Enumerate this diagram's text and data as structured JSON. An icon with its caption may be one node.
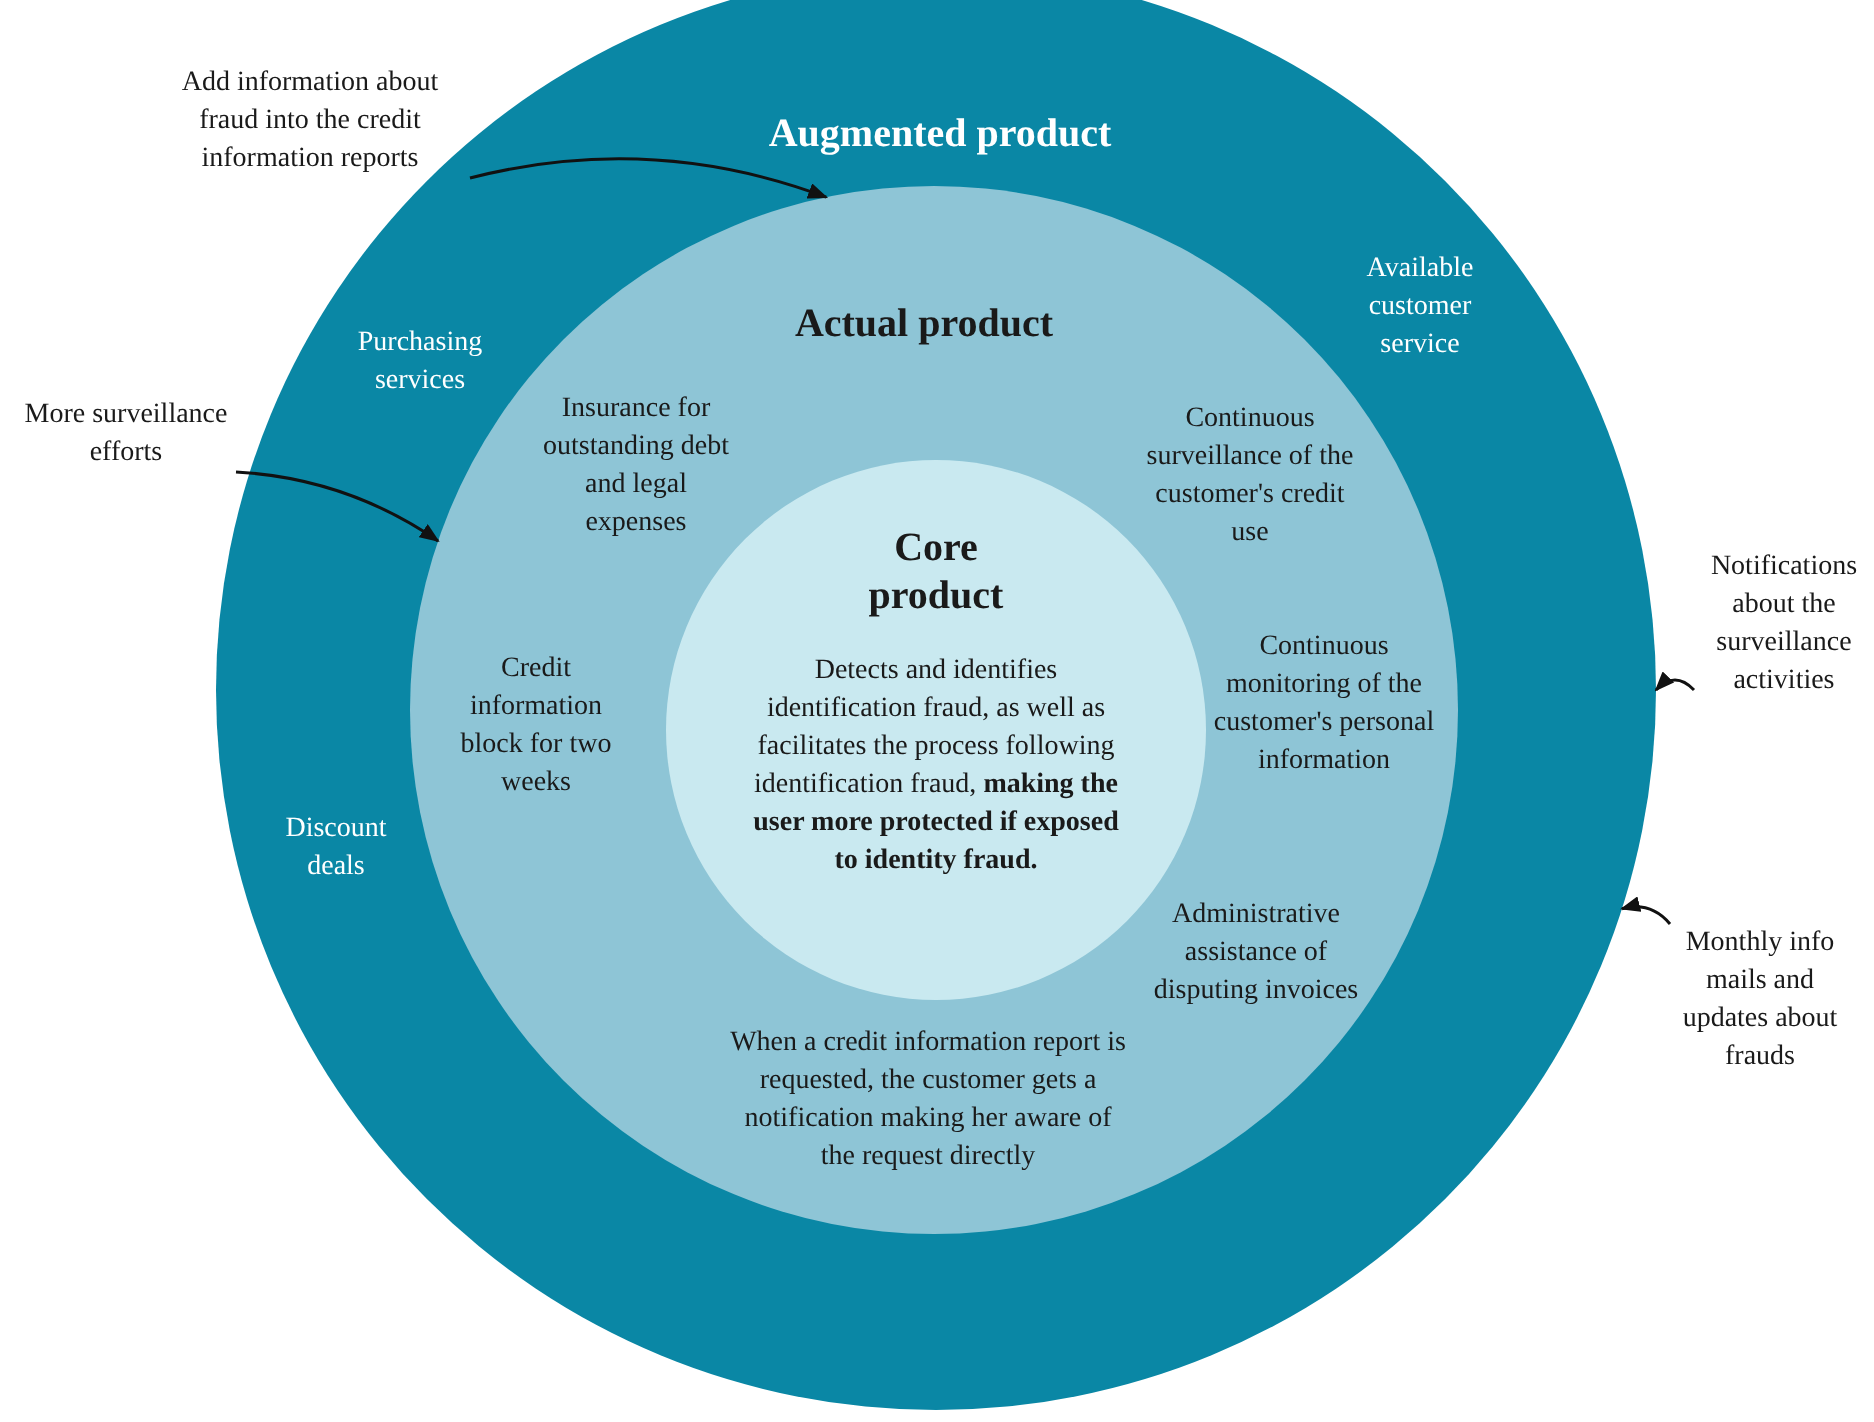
{
  "diagram": {
    "nodes": [
      {
        "text": [
          "Augmented product"
        ]
      },
      {
        "text": [
          "Purchasing services"
        ],
        "in": 0
      },
      {
        "text": [
          "Available customer service"
        ],
        "in": 0
      },
      {
        "text": [
          "Discount deals"
        ],
        "in": 0
      },
      {
        "text": [
          "Actual product"
        ],
        "in": 0
      },
      {
        "text": [
          "Insurance for outstanding debt and legal expenses"
        ],
        "in": 4
      },
      {
        "text": [
          "Continuous surveillance of the customer's credit use"
        ],
        "in": 4
      },
      {
        "text": [
          "Credit information block for two weeks"
        ],
        "in": 4
      },
      {
        "text": [
          "Continuous monitoring  of the customer's personal information"
        ],
        "in": 4
      },
      {
        "text": [
          "Administrative assistance of disputing invoices"
        ],
        "in": 4
      },
      {
        "text": [
          "When a credit information report is requested, the customer gets a notification making her aware of the request directly"
        ],
        "in": 4
      },
      {
        "text": [
          "Core product",
          "Detects and identifies identification fraud, as well as facilitates the process following identification fraud, **making the user more protected if exposed to identity fraud.**"
        ],
        "in": 4
      },
      {
        "text": [
          "Add information about fraud into the credit information reports"
        ]
      },
      {
        "text": [
          "More surveillance efforts"
        ]
      },
      {
        "text": [
          "Notifications about the surveillance activities"
        ]
      },
      {
        "text": [
          "Monthly info mails and updates about frauds"
        ]
      }
    ],
    "edges": [
      {
        "from": 12,
        "to": 4,
        "arrow": "to"
      },
      {
        "from": 13,
        "to": 4,
        "arrow": "to"
      },
      {
        "from": 14,
        "to": 0,
        "arrow": "to"
      },
      {
        "from": 15,
        "to": 0,
        "arrow": "to"
      }
    ]
  }
}
